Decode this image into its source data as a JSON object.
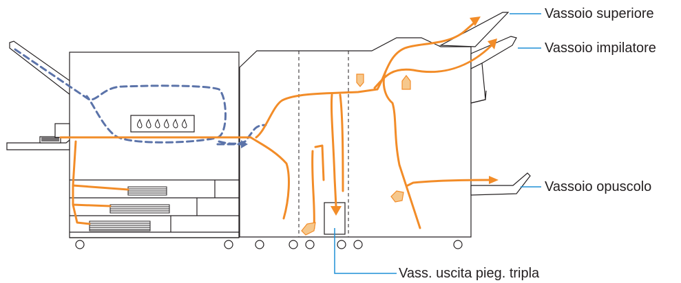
{
  "labels": {
    "top_tray": "Vassoio superiore",
    "stacking_tray": "Vassoio impilatore",
    "booklet_tray": "Vassoio opuscolo",
    "tri_fold_tray": "Vass. uscita pieg. tripla"
  },
  "colors": {
    "paper_path": "#f28c28",
    "duplex_path": "#5b73a9",
    "callout_line": "#1f8fd6",
    "outline": "#231f20",
    "guide_fill": "#f6c88d"
  },
  "icons": {
    "ink_cartridges": "ink-drop-icons"
  }
}
